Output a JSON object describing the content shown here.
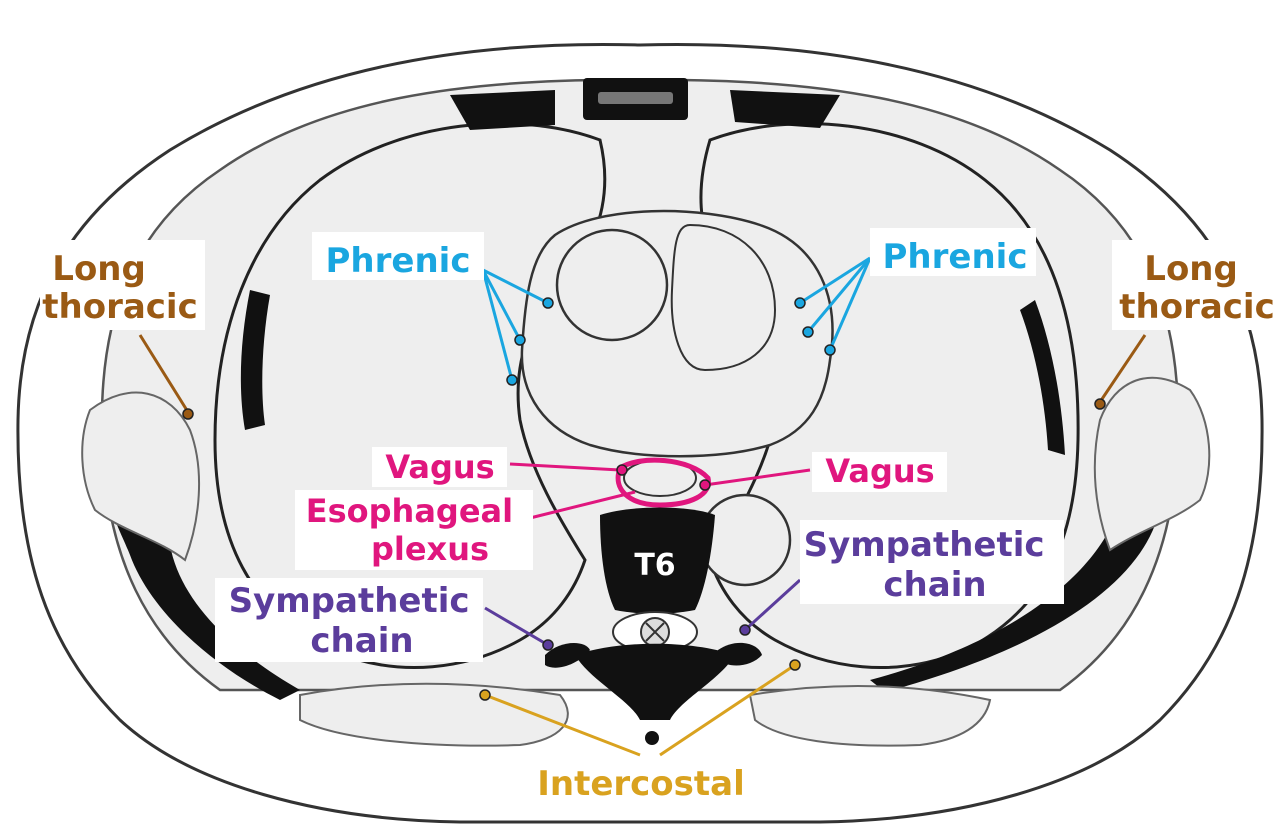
{
  "labels": {
    "long_thoracic_left": [
      "Long",
      "thoracic"
    ],
    "long_thoracic_right": [
      "Long",
      "thoracic"
    ],
    "phrenic_left": "Phrenic",
    "phrenic_right": "Phrenic",
    "vagus_left": "Vagus",
    "vagus_right": "Vagus",
    "esophageal_plexus": [
      "Esophageal",
      "plexus"
    ],
    "sympathetic_left": [
      "Sympathetic",
      "chain"
    ],
    "sympathetic_right": [
      "Sympathetic",
      "chain"
    ],
    "vertebra": "T6",
    "intercostal": "Intercostal"
  },
  "colors": {
    "long_thoracic": "#9a5a14",
    "phrenic": "#1aa6e0",
    "vagus": "#e0167e",
    "sympathetic": "#5b3d9c",
    "intercostal": "#d9a21f",
    "tissue": "#eeeeee",
    "outline": "#555555",
    "bone": "#111111"
  }
}
